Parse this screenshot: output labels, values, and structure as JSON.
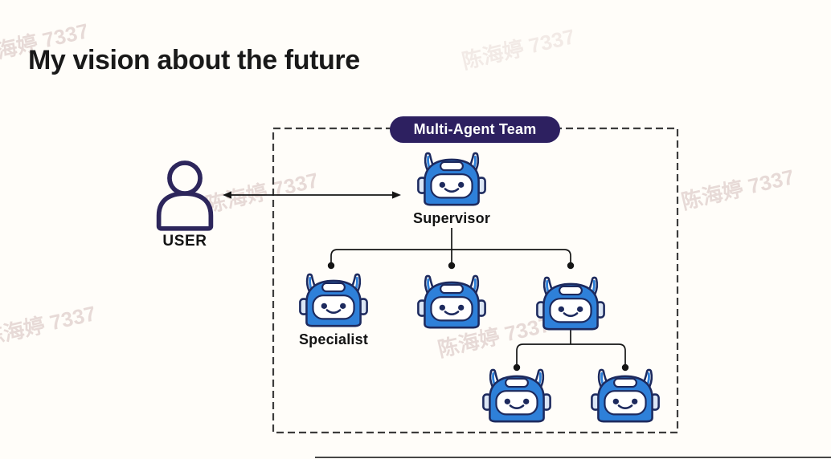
{
  "page": {
    "title": "My vision about the future"
  },
  "team_box": {
    "label": "Multi-Agent Team"
  },
  "nodes": {
    "user": {
      "label": "USER",
      "type": "person"
    },
    "supervisor": {
      "label": "Supervisor",
      "type": "robot"
    },
    "specialist_left": {
      "label": "Specialist",
      "type": "robot"
    },
    "specialist_middle": {
      "label": "",
      "type": "robot"
    },
    "specialist_right": {
      "label": "",
      "type": "robot"
    },
    "worker_left": {
      "label": "",
      "type": "robot"
    },
    "worker_right": {
      "label": "",
      "type": "robot"
    }
  },
  "edges": [
    {
      "from": "user",
      "to": "supervisor",
      "style": "double-headed-arrow"
    },
    {
      "from": "supervisor",
      "to": "specialist_left",
      "style": "elbow-dot"
    },
    {
      "from": "supervisor",
      "to": "specialist_middle",
      "style": "elbow-dot"
    },
    {
      "from": "supervisor",
      "to": "specialist_right",
      "style": "elbow-dot"
    },
    {
      "from": "specialist_right",
      "to": "worker_left",
      "style": "elbow-dot"
    },
    {
      "from": "specialist_right",
      "to": "worker_right",
      "style": "elbow-dot"
    }
  ],
  "watermark": {
    "text": "陈海婷 7337"
  },
  "colors": {
    "background": "#fffdf9",
    "title_text": "#191919",
    "robot_body": "#2e80d9",
    "robot_outline": "#1d2a5e",
    "badge_background": "#2d2060",
    "badge_text": "#ffffff",
    "connector": "#151515",
    "user_icon": "#2d265c",
    "dashed_border": "#3c3c3c",
    "watermark_text": "#b08c88"
  }
}
